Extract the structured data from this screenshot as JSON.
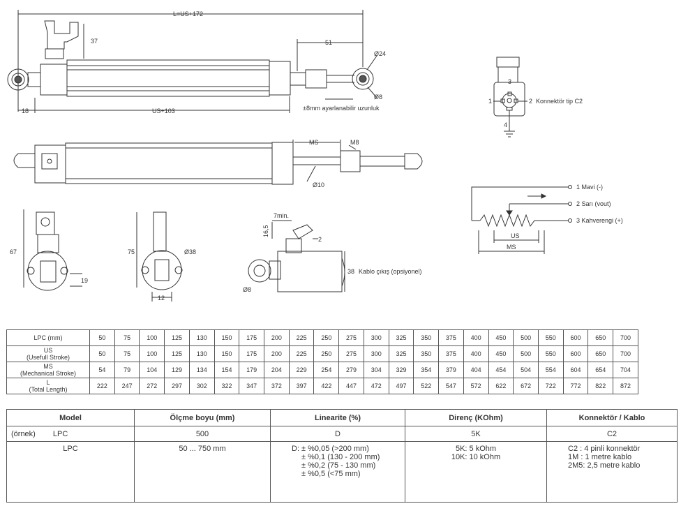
{
  "drawing": {
    "top_view": {
      "overall_length": "L=US+172",
      "height_37": "37",
      "dim_51": "51",
      "dia_24": "Ø24",
      "dia_8": "Ø8",
      "dim_18": "18",
      "us_103": "US+103",
      "adjust_note": "±8mm ayarlanabilir uzunluk"
    },
    "side_view": {
      "ms_label": "MS",
      "m8": "M8",
      "dia_10": "Ø10"
    },
    "end_view_a": {
      "h67": "67",
      "w19": "19"
    },
    "end_view_b": {
      "h75": "75",
      "dia38": "Ø38",
      "w12": "12"
    },
    "cable_view": {
      "min7": "7min.",
      "h165": "16,5",
      "d2": "2",
      "h38": "38",
      "cable_note": "Kablo çıkış (opsiyonel)",
      "dia8": "Ø8"
    },
    "connector": {
      "pin1": "1",
      "pin2": "2",
      "pin3": "3",
      "pin4": "4",
      "label": "Konnektör tip C2"
    },
    "schematic": {
      "wire1": "1 Mavi (-)",
      "wire2": "2 Sarı (vout)",
      "wire3": "3 Kahverengi (+)",
      "us": "US",
      "ms": "MS"
    }
  },
  "spec_table": {
    "rows": [
      {
        "head": "LPC (mm)",
        "head2": "",
        "values": [
          "50",
          "75",
          "100",
          "125",
          "130",
          "150",
          "175",
          "200",
          "225",
          "250",
          "275",
          "300",
          "325",
          "350",
          "375",
          "400",
          "450",
          "500",
          "550",
          "600",
          "650",
          "700"
        ]
      },
      {
        "head": "US",
        "head2": "(Usefull Stroke)",
        "values": [
          "50",
          "75",
          "100",
          "125",
          "130",
          "150",
          "175",
          "200",
          "225",
          "250",
          "275",
          "300",
          "325",
          "350",
          "375",
          "400",
          "450",
          "500",
          "550",
          "600",
          "650",
          "700"
        ]
      },
      {
        "head": "MS",
        "head2": "(Mechanical Stroke)",
        "values": [
          "54",
          "79",
          "104",
          "129",
          "134",
          "154",
          "179",
          "204",
          "229",
          "254",
          "279",
          "304",
          "329",
          "354",
          "379",
          "404",
          "454",
          "504",
          "554",
          "604",
          "654",
          "704"
        ]
      },
      {
        "head": "L",
        "head2": "(Total Length)",
        "values": [
          "222",
          "247",
          "272",
          "297",
          "302",
          "322",
          "347",
          "372",
          "397",
          "422",
          "447",
          "472",
          "497",
          "522",
          "547",
          "572",
          "622",
          "672",
          "722",
          "772",
          "822",
          "872"
        ]
      }
    ]
  },
  "model_table": {
    "headers": [
      "Model",
      "Ölçme boyu (mm)",
      "Linearite (%)",
      "Direnç (KOhm)",
      "Konnektör / Kablo"
    ],
    "example": {
      "prefix": "(örnek)",
      "model": "LPC",
      "range": "500",
      "lin": "D",
      "res": "5K",
      "conn": "C2"
    },
    "options": {
      "model": "LPC",
      "range": "50 ... 750 mm",
      "lin": [
        "D: ± %0,05 (>200 mm)",
        "± %0,1 (130 - 200 mm)",
        "± %0,2 (75 - 130 mm)",
        "± %0,5 (<75 mm)"
      ],
      "res": [
        "5K:  5 kOhm",
        "10K: 10 kOhm"
      ],
      "conn": [
        "C2  : 4 pinli konnektör",
        "1M  : 1 metre kablo",
        "2M5: 2,5 metre kablo"
      ]
    }
  }
}
